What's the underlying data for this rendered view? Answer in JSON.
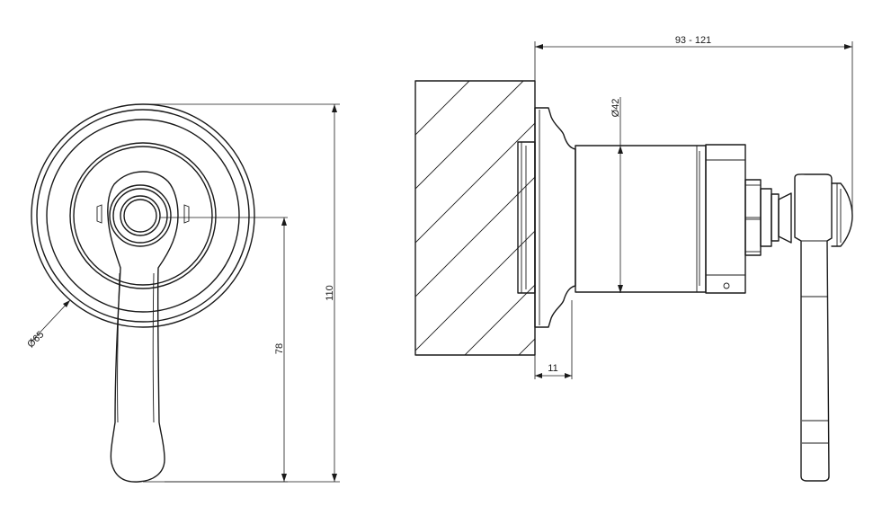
{
  "dimensions": {
    "diameter_plate": "Ø65",
    "total_height": "110",
    "handle_length": "78",
    "projection": "93 - 121",
    "shaft_diameter": "Ø42",
    "wall_offset": "11"
  }
}
